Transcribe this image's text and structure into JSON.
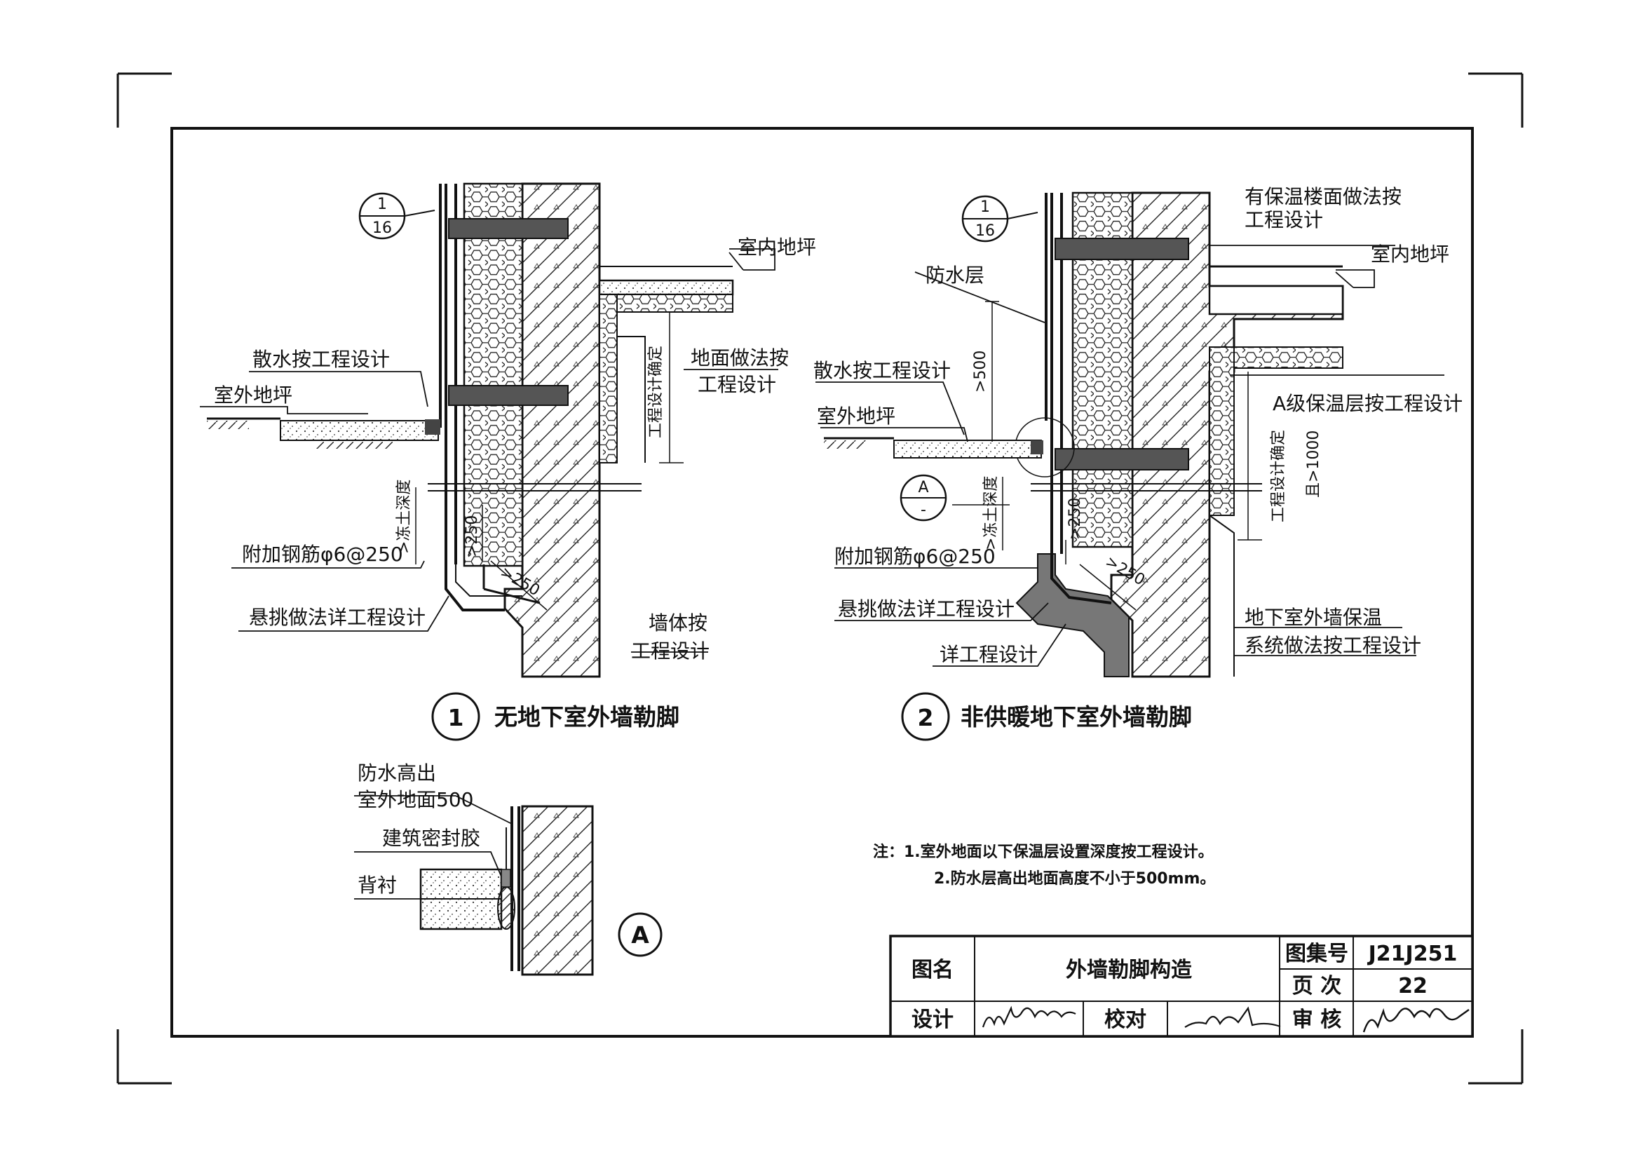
{
  "detail1": {
    "ref_top": "1",
    "ref_bottom": "16",
    "indoor_floor": "室内地坪",
    "floor_method_1": "地面做法按",
    "floor_method_2": "工程设计",
    "eng_confirm": "工程设计确定",
    "apron": "散水按工程设计",
    "outdoor": "室外地坪",
    "frost": ">冻土深度",
    "rebar": "附加钢筋φ6@250",
    "dim1": ">250",
    "dim2": ">250",
    "cantilever": "悬挑做法详工程设计",
    "wall_1": "墙体按",
    "wall_2": "工程设计",
    "num": "1",
    "title": "无地下室外墙勒脚"
  },
  "detail2": {
    "ref_top": "1",
    "ref_bottom": "16",
    "insul_floor_1": "有保温楼面做法按",
    "insul_floor_2": "工程设计",
    "indoor_floor": "室内地坪",
    "waterproof": "防水层",
    "dim500": ">500",
    "apron": "散水按工程设计",
    "outdoor": "室外地坪",
    "a_level": "A级保温层按工程设计",
    "eng_confirm": "工程设计确定",
    "ge1000": "且>1000",
    "sec_top": "A",
    "sec_bottom": "-",
    "frost": ">冻土深度",
    "dim1": ">250",
    "dim2": ">250",
    "rebar": "附加钢筋φ6@250",
    "cantilever": "悬挑做法详工程设计",
    "detail_eng": "详工程设计",
    "basement_1": "地下室外墙保温",
    "basement_2": "系统做法按工程设计",
    "num": "2",
    "title": "非供暖地下室外墙勒脚"
  },
  "detailA": {
    "wp_1": "防水高出",
    "wp_2": "室外地面500",
    "sealant": "建筑密封胶",
    "backer": "背衬",
    "num": "A"
  },
  "notes": {
    "n1": "注：1.室外地面以下保温层设置深度按工程设计。",
    "n2": "2.防水层高出地面高度不小于500mm。"
  },
  "title_block": {
    "name_label": "图名",
    "name": "外墙勒脚构造",
    "atlas_label": "图集号",
    "atlas": "J21J251",
    "page_label": "页 次",
    "page": "22",
    "design_label": "设计",
    "check_label": "校对",
    "review_label": "审 核"
  }
}
